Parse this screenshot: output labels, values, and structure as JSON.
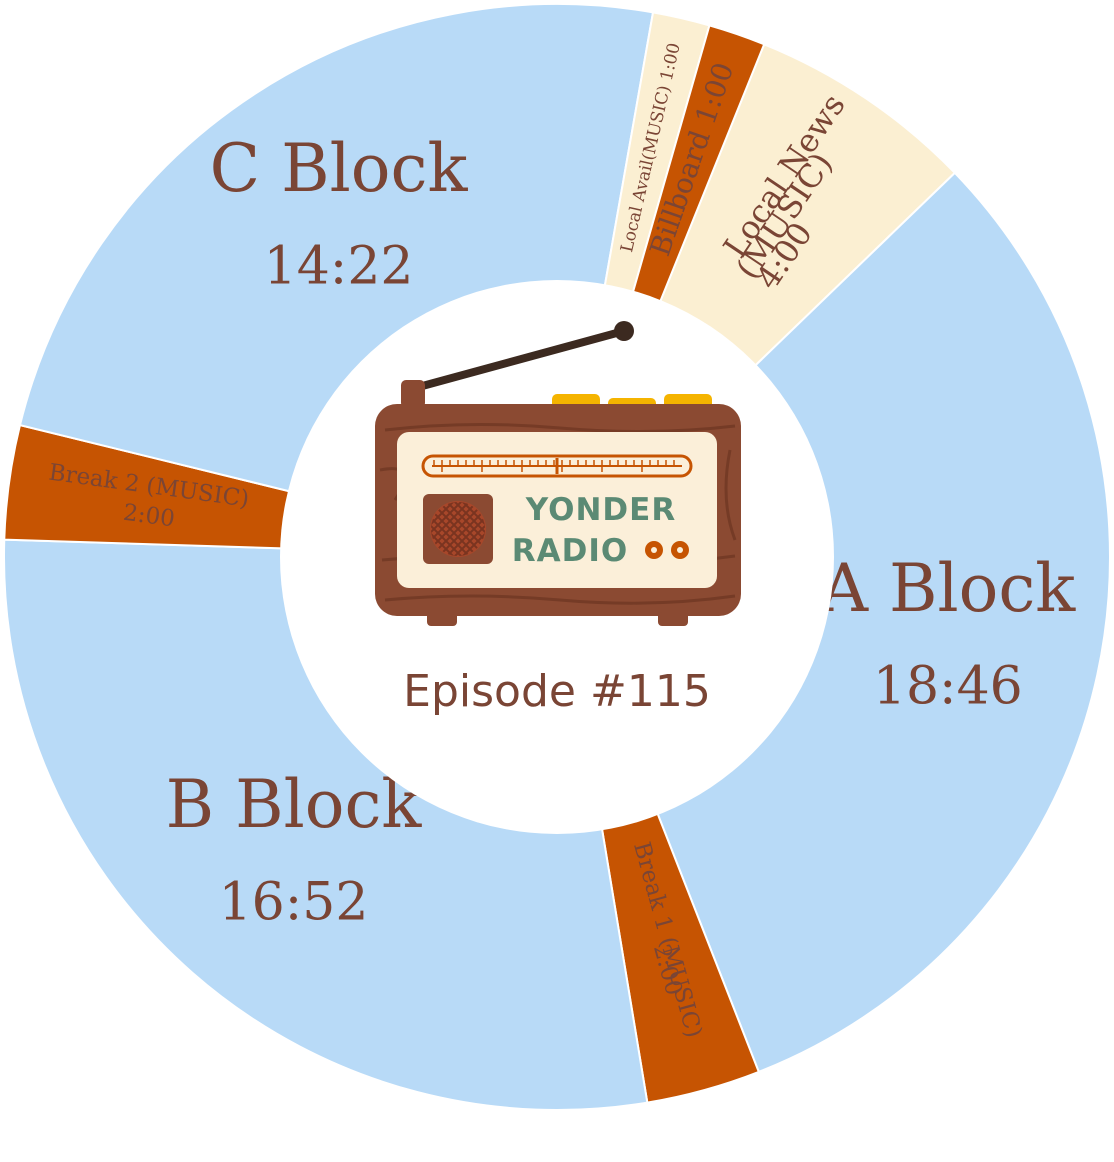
{
  "chart_data": {
    "type": "pie",
    "title": "",
    "center_label": "Episode #115",
    "logo_text": [
      "YONDER",
      "RADIO"
    ],
    "slices": [
      {
        "label": "Local News (MUSIC)",
        "value_label": "4:00",
        "seconds": 240,
        "color": "#fbefd2",
        "kind": "news"
      },
      {
        "label": "A Block",
        "value_label": "18:46",
        "seconds": 1126,
        "color": "#b8daf7",
        "kind": "block"
      },
      {
        "label": "Break 1 (MUSIC)",
        "value_label": "2:00",
        "seconds": 120,
        "color": "#c65402",
        "kind": "break"
      },
      {
        "label": "B Block",
        "value_label": "16:52",
        "seconds": 1012,
        "color": "#b8daf7",
        "kind": "block"
      },
      {
        "label": "Break 2 (MUSIC)",
        "value_label": "2:00",
        "seconds": 120,
        "color": "#c65402",
        "kind": "break"
      },
      {
        "label": "C Block",
        "value_label": "14:22",
        "seconds": 862,
        "color": "#b8daf7",
        "kind": "block"
      },
      {
        "label": "Local Avail(MUSIC)",
        "value_label": "1:00",
        "seconds": 60,
        "color": "#fbefd2",
        "kind": "avail"
      },
      {
        "label": "Billboard",
        "value_label": "1:00",
        "seconds": 60,
        "color": "#c65402",
        "kind": "billboard"
      }
    ],
    "colors": {
      "block": "#b8daf7",
      "break": "#c65402",
      "cream": "#fbefd2",
      "label_text": "#7a4535",
      "break_text": "#fff1e0",
      "logo_wood": "#8b4a32",
      "logo_panel": "#fbefd9",
      "logo_teal": "#5b8a74",
      "logo_yellow": "#f5b400"
    }
  }
}
